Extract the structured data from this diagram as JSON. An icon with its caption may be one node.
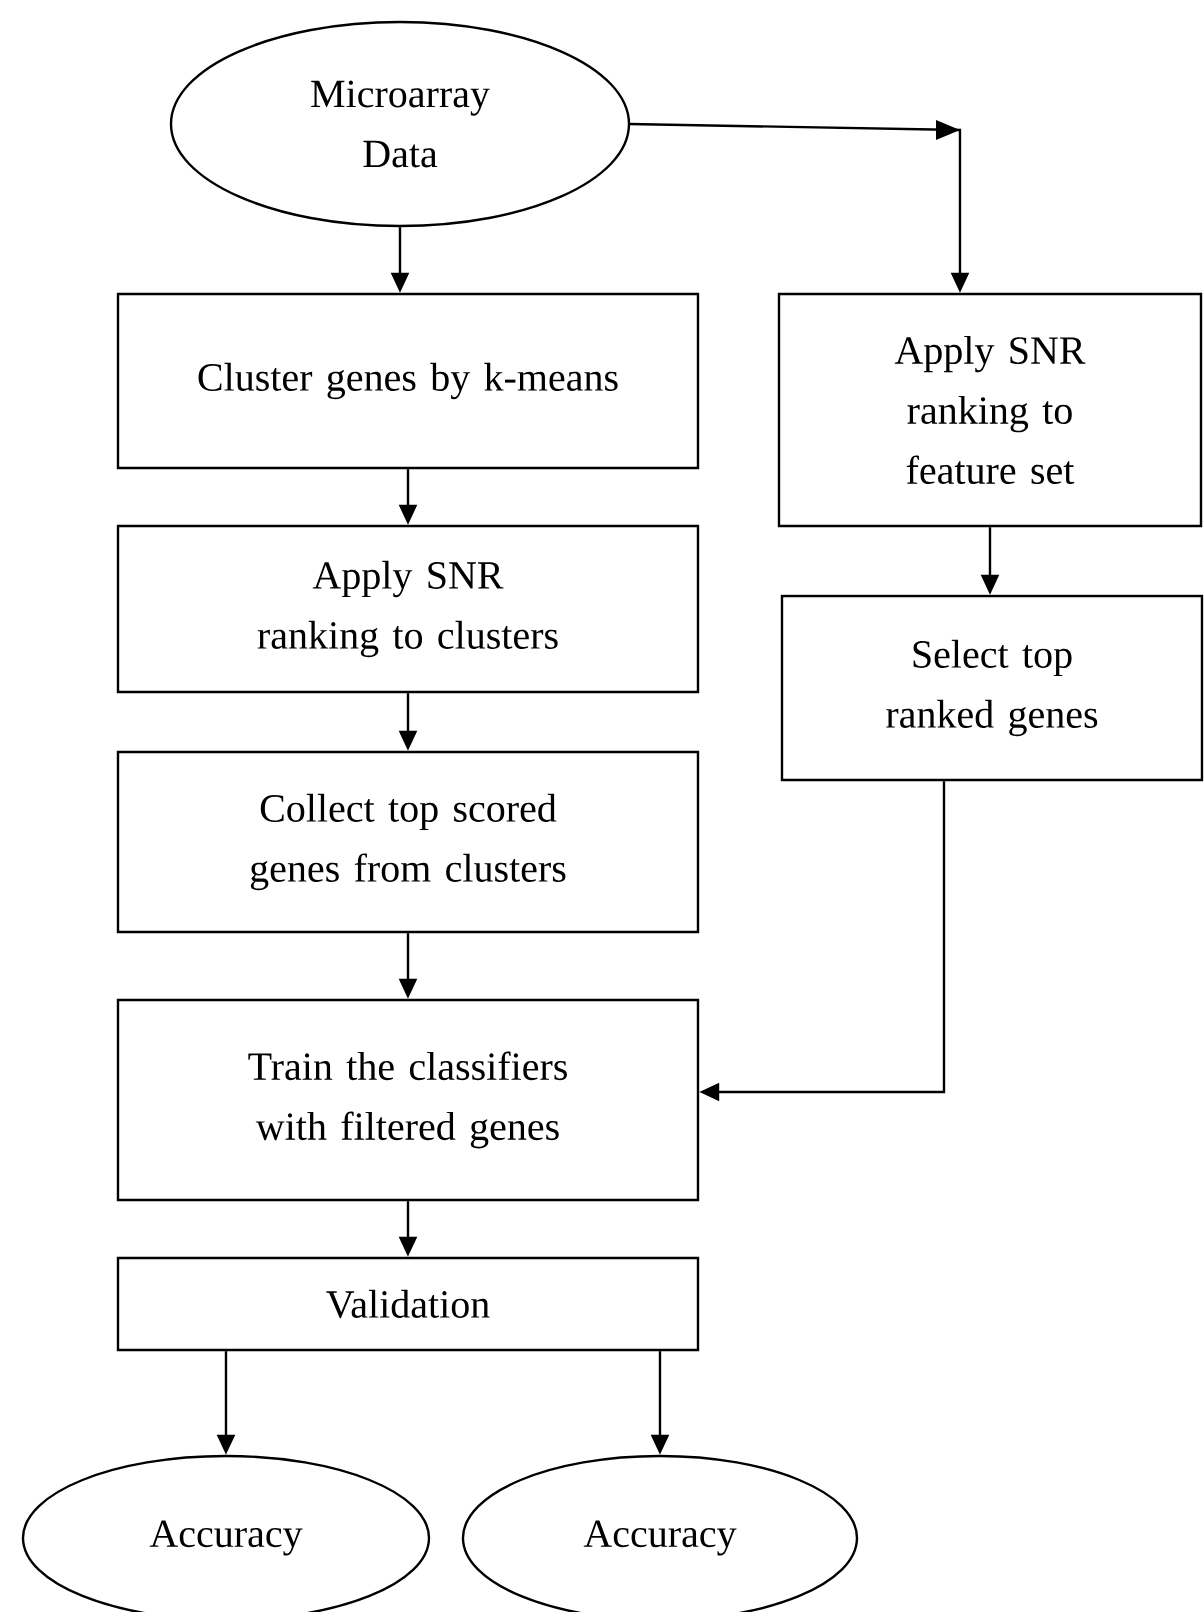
{
  "diagram": {
    "nodes": [
      {
        "text": [
          "Microarray Data"
        ]
      },
      {
        "text": [
          "Cluster genes by k-means"
        ]
      },
      {
        "text": [
          "Apply SNR ranking to clusters"
        ]
      },
      {
        "text": [
          "Collect top scored genes from clusters"
        ]
      },
      {
        "text": [
          "Train the classifiers with filtered genes"
        ]
      },
      {
        "text": [
          "Validation"
        ]
      },
      {
        "text": [
          "Accuracy"
        ]
      },
      {
        "text": [
          "Accuracy"
        ]
      },
      {
        "text": [
          "Apply SNR ranking to feature set"
        ]
      },
      {
        "text": [
          "Select top ranked genes"
        ]
      }
    ],
    "edges": [
      {
        "from": 0,
        "to": 1,
        "arrow": "to"
      },
      {
        "from": 1,
        "to": 2,
        "arrow": "to"
      },
      {
        "from": 2,
        "to": 3,
        "arrow": "to"
      },
      {
        "from": 3,
        "to": 4,
        "arrow": "to"
      },
      {
        "from": 4,
        "to": 5,
        "arrow": "to"
      },
      {
        "from": 5,
        "to": 6,
        "arrow": "to"
      },
      {
        "from": 5,
        "to": 7,
        "arrow": "to"
      },
      {
        "from": 0,
        "to": 8,
        "arrow": "to"
      },
      {
        "from": 8,
        "to": 9,
        "arrow": "to"
      },
      {
        "from": 9,
        "to": 4,
        "arrow": "to"
      }
    ]
  }
}
